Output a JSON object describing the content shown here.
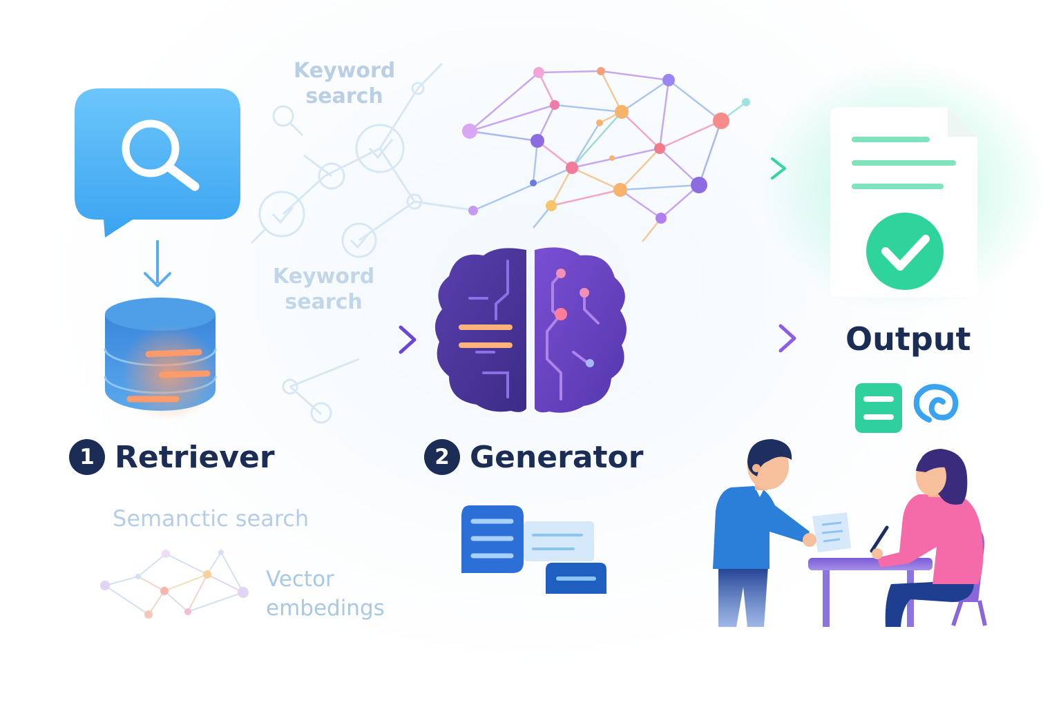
{
  "labels": {
    "keyword_top": "Keyword\nsearch",
    "keyword_mid": "Keyword\nsearch",
    "semantic": "Semanctic search",
    "vector": "Vector\nembedings",
    "output": "Output"
  },
  "steps": [
    {
      "number": "1",
      "label": "Retriever"
    },
    {
      "number": "2",
      "label": "Generator"
    }
  ],
  "icons": {
    "query": "search-chat-icon",
    "database": "database-icon",
    "brain": "brain-icon",
    "document": "document-check-icon"
  },
  "colors": {
    "navy": "#1c2d55",
    "blue": "#4fb0f2",
    "purple": "#7a52d9",
    "green": "#33d6a4"
  }
}
